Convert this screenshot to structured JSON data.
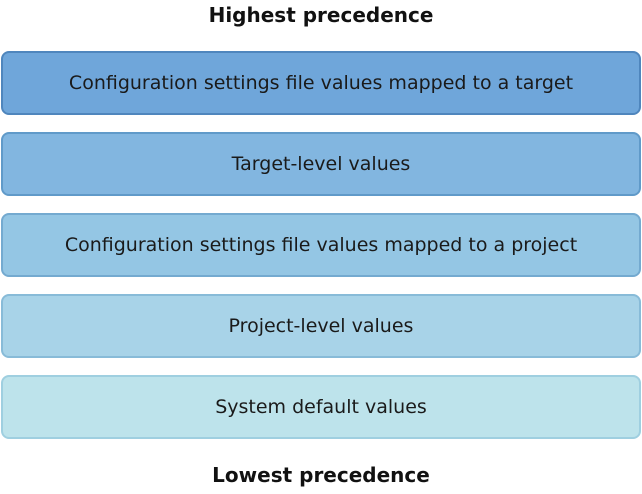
{
  "diagram": {
    "top_label": "Highest precedence",
    "bottom_label": "Lowest precedence",
    "layers": [
      {
        "label": "Configuration settings file values mapped to a target",
        "fill": "#6fa6da",
        "border": "#4f86bd"
      },
      {
        "label": "Target-level values",
        "fill": "#82b6e0",
        "border": "#609ac9"
      },
      {
        "label": "Configuration settings file values mapped to a project",
        "fill": "#94c6e4",
        "border": "#74aad0"
      },
      {
        "label": "Project-level values",
        "fill": "#a8d3e8",
        "border": "#88bbd8"
      },
      {
        "label": "System default values",
        "fill": "#bde3eb",
        "border": "#9fcfe0"
      }
    ]
  }
}
